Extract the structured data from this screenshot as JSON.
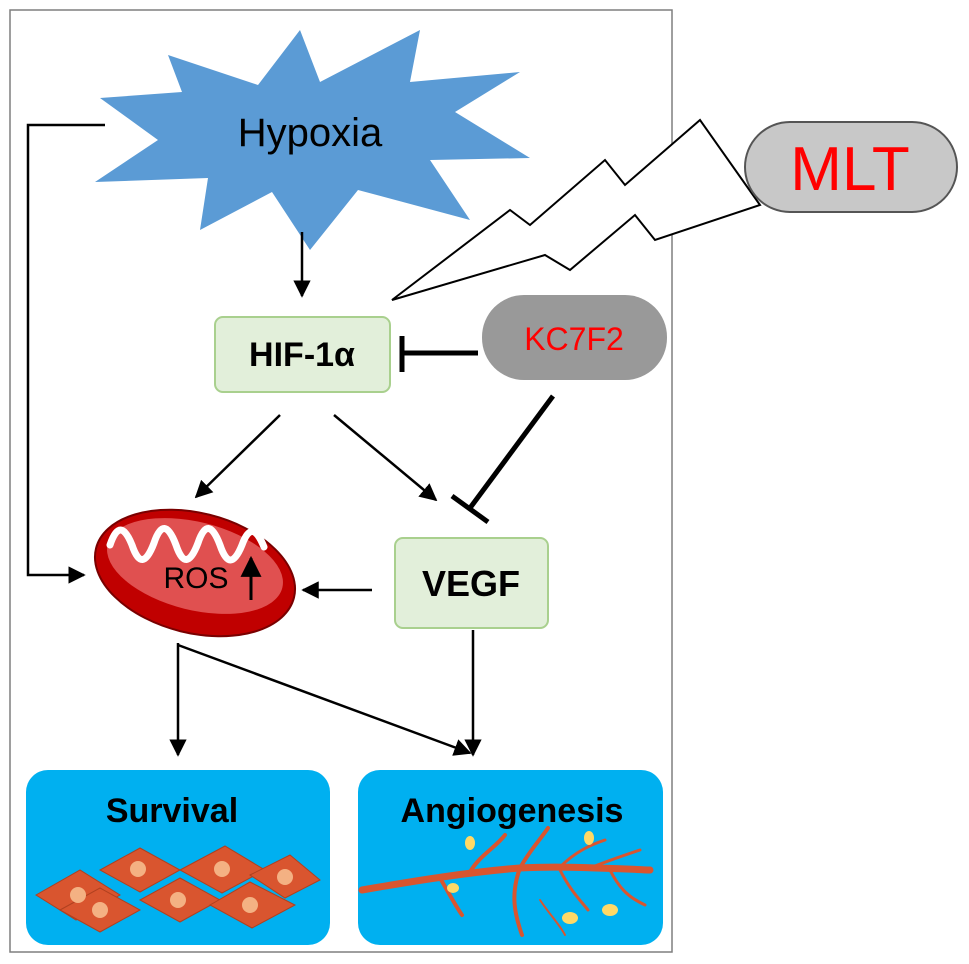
{
  "nodes": {
    "hypoxia": {
      "label": "Hypoxia",
      "fill": "#5b9bd5"
    },
    "hif": {
      "label": "HIF-1α",
      "fill": "#e2efda",
      "stroke": "#a9d08e"
    },
    "kc7f2": {
      "label": "KC7F2",
      "fill": "#999999",
      "text_color": "#ff0000"
    },
    "mlt": {
      "label": "MLT",
      "fill": "#c8c8c8",
      "text_color": "#ff0000"
    },
    "ros": {
      "label": "ROS",
      "mito_fill": "#c00000"
    },
    "vegf": {
      "label": "VEGF",
      "fill": "#e2efda",
      "stroke": "#a9d08e"
    },
    "survival": {
      "label": "Survival",
      "fill": "#00b0f0"
    },
    "angiogenesis": {
      "label": "Angiogenesis",
      "fill": "#00b0f0"
    }
  },
  "colors": {
    "arrow": "#000000",
    "cell": "#d9552f",
    "cell_nucleus": "#f4b183",
    "vessel": "#d9552f",
    "vessel_dots": "#ffd966"
  }
}
